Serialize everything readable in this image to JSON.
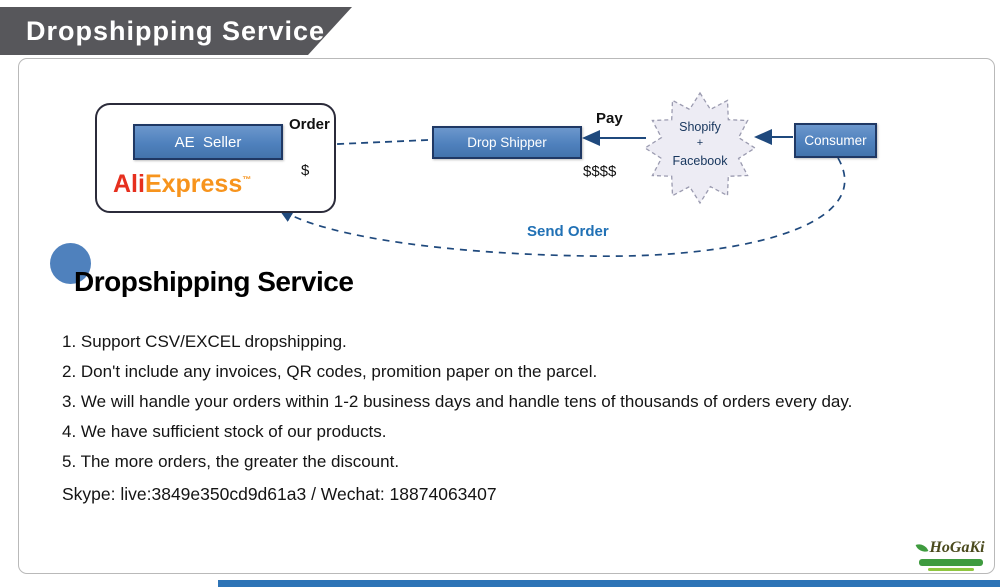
{
  "banner": {
    "title": "Dropshipping Service"
  },
  "diagram": {
    "seller_box": "AE  Seller",
    "brand_ali": "Ali",
    "brand_express": "Express",
    "brand_tm": "™",
    "order_label": "Order",
    "order_currency": "$",
    "drop_shipper": "Drop Shipper",
    "pay_label": "Pay",
    "pay_currency": "$$$$",
    "platform_line1": "Shopify",
    "platform_line2": "+",
    "platform_line3": "Facebook",
    "consumer": "Consumer",
    "send_order": "Send Order"
  },
  "content": {
    "heading": "Dropshipping Service",
    "items": [
      "1. Support CSV/EXCEL dropshipping.",
      "2. Don't include any invoices, QR codes, promition paper on the parcel.",
      "3. We will handle your orders within 1-2 business days and handle tens of thousands of orders every day.",
      "4. We have sufficient stock of our products.",
      "5. The more orders, the greater the discount."
    ],
    "contact": "Skype: live:3849e350cd9d61a3 / Wechat: 18874063407"
  },
  "logo": {
    "text": "HoGaKi"
  },
  "colors": {
    "banner_gray": "#57575b",
    "box_blue": "#4f81bd",
    "arrow_navy": "#1f497d",
    "send_order_blue": "#2171b5",
    "ali_red": "#e62f1e",
    "express_orange": "#f7941d",
    "bottom_bar_blue": "#2e74b6"
  }
}
